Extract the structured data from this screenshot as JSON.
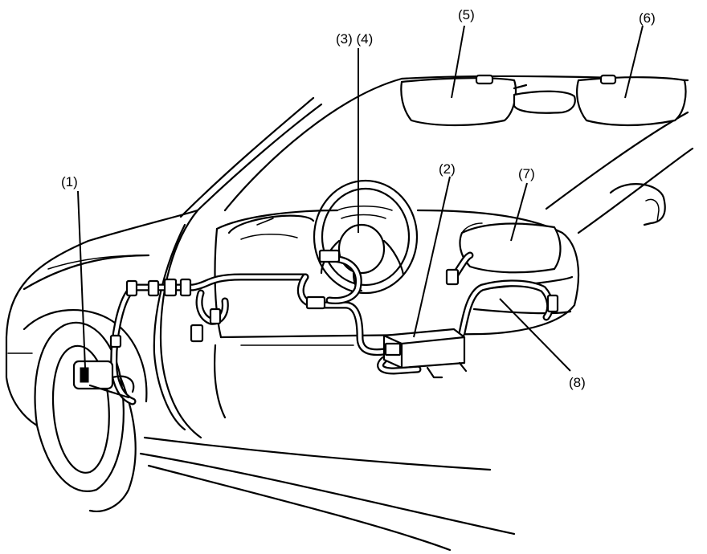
{
  "callouts": [
    {
      "id": "1",
      "label": "(1)"
    },
    {
      "id": "2",
      "label": "(2)"
    },
    {
      "id": "3-4",
      "label": "(3) (4)"
    },
    {
      "id": "5",
      "label": "(5)"
    },
    {
      "id": "6",
      "label": "(6)"
    },
    {
      "id": "7",
      "label": "(7)"
    },
    {
      "id": "8",
      "label": "(8)"
    }
  ]
}
